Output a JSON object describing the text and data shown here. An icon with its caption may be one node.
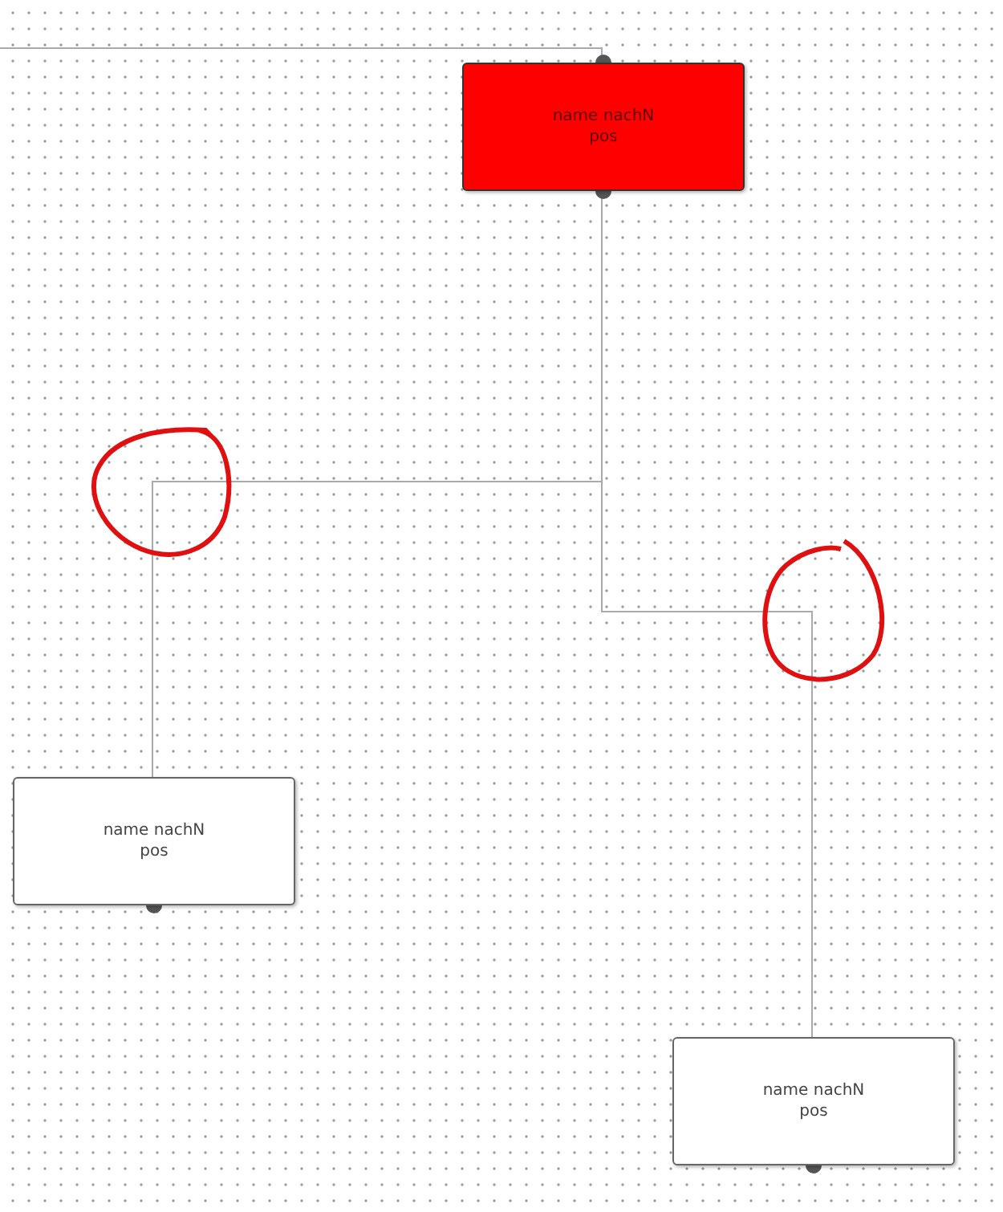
{
  "diagram": {
    "nodes": [
      {
        "text": [
          "name nachN",
          "pos"
        ]
      },
      {
        "text": [
          "name nachN",
          "pos"
        ]
      },
      {
        "text": [
          "name nachN",
          "pos"
        ]
      }
    ],
    "edges": [
      {
        "from": null,
        "to": 0,
        "arrow": "none"
      },
      {
        "from": 0,
        "to": 1,
        "arrow": "none"
      },
      {
        "from": 0,
        "to": 2,
        "arrow": "none"
      }
    ]
  }
}
